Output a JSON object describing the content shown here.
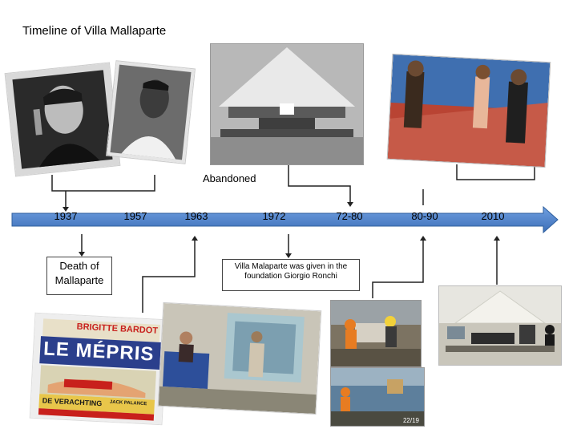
{
  "title": "Timeline of Villa Mallaparte",
  "years": [
    "1937",
    "1957",
    "1963",
    "1972",
    "72-80",
    "80-90",
    "2010"
  ],
  "labels": {
    "abandoned": "Abandoned",
    "death": "Death of Mallaparte",
    "given": "Villa Malaparte was given in the foundation Giorgio Ronchi"
  },
  "poster": {
    "line1": "BRIGITTE BARDOT",
    "line2": "LE MÉPRIS",
    "line3": "DE VERACHTING",
    "line4": "JACK PALANCE"
  },
  "photo_caption": {
    "stamp": "22/19"
  },
  "colors": {
    "axis_blue": "#4a7ec4",
    "axis_blue_dark": "#2f5f9e",
    "connector": "#222222",
    "poster_red": "#c8201c",
    "poster_yellow": "#f2d13a"
  }
}
